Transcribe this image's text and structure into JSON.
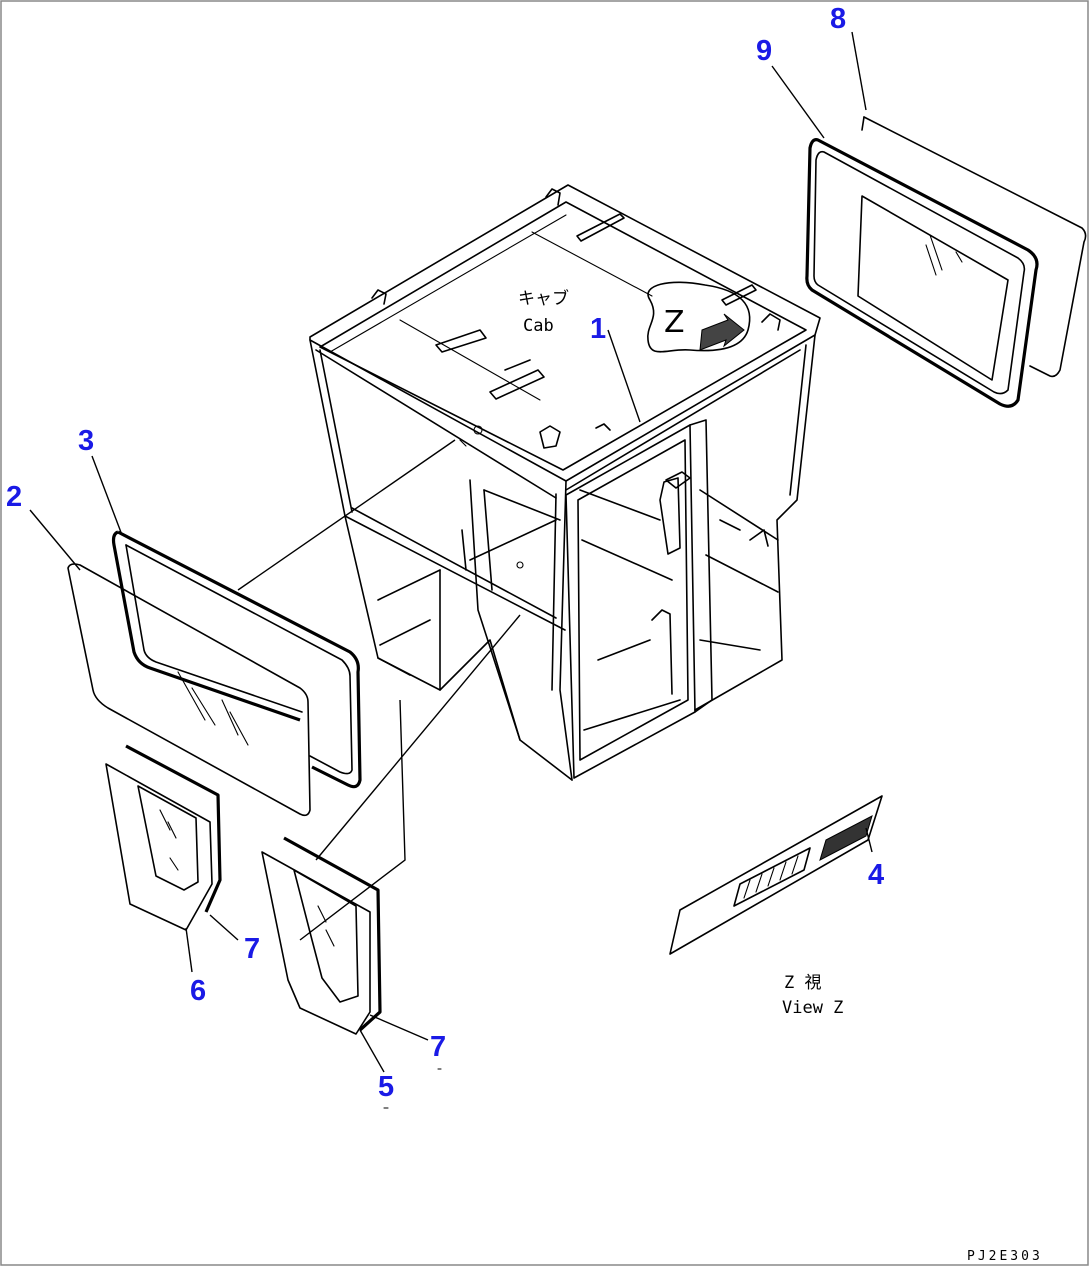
{
  "callouts": [
    {
      "id": "1",
      "label": "1"
    },
    {
      "id": "2",
      "label": "2"
    },
    {
      "id": "3",
      "label": "3"
    },
    {
      "id": "4",
      "label": "4"
    },
    {
      "id": "5",
      "label": "5"
    },
    {
      "id": "6",
      "label": "6"
    },
    {
      "id": "7a",
      "label": "7"
    },
    {
      "id": "7b",
      "label": "7"
    },
    {
      "id": "8",
      "label": "8"
    },
    {
      "id": "9",
      "label": "9"
    }
  ],
  "cab_label": {
    "jp": "キャブ",
    "en": "Cab"
  },
  "view_marker": "Z",
  "view_caption": {
    "jp": "Z 視",
    "en": "View Z"
  },
  "drawing_code": "PJ2E303",
  "colors": {
    "callout": "#1a1ae6",
    "line": "#000000",
    "frame": "#888888"
  }
}
